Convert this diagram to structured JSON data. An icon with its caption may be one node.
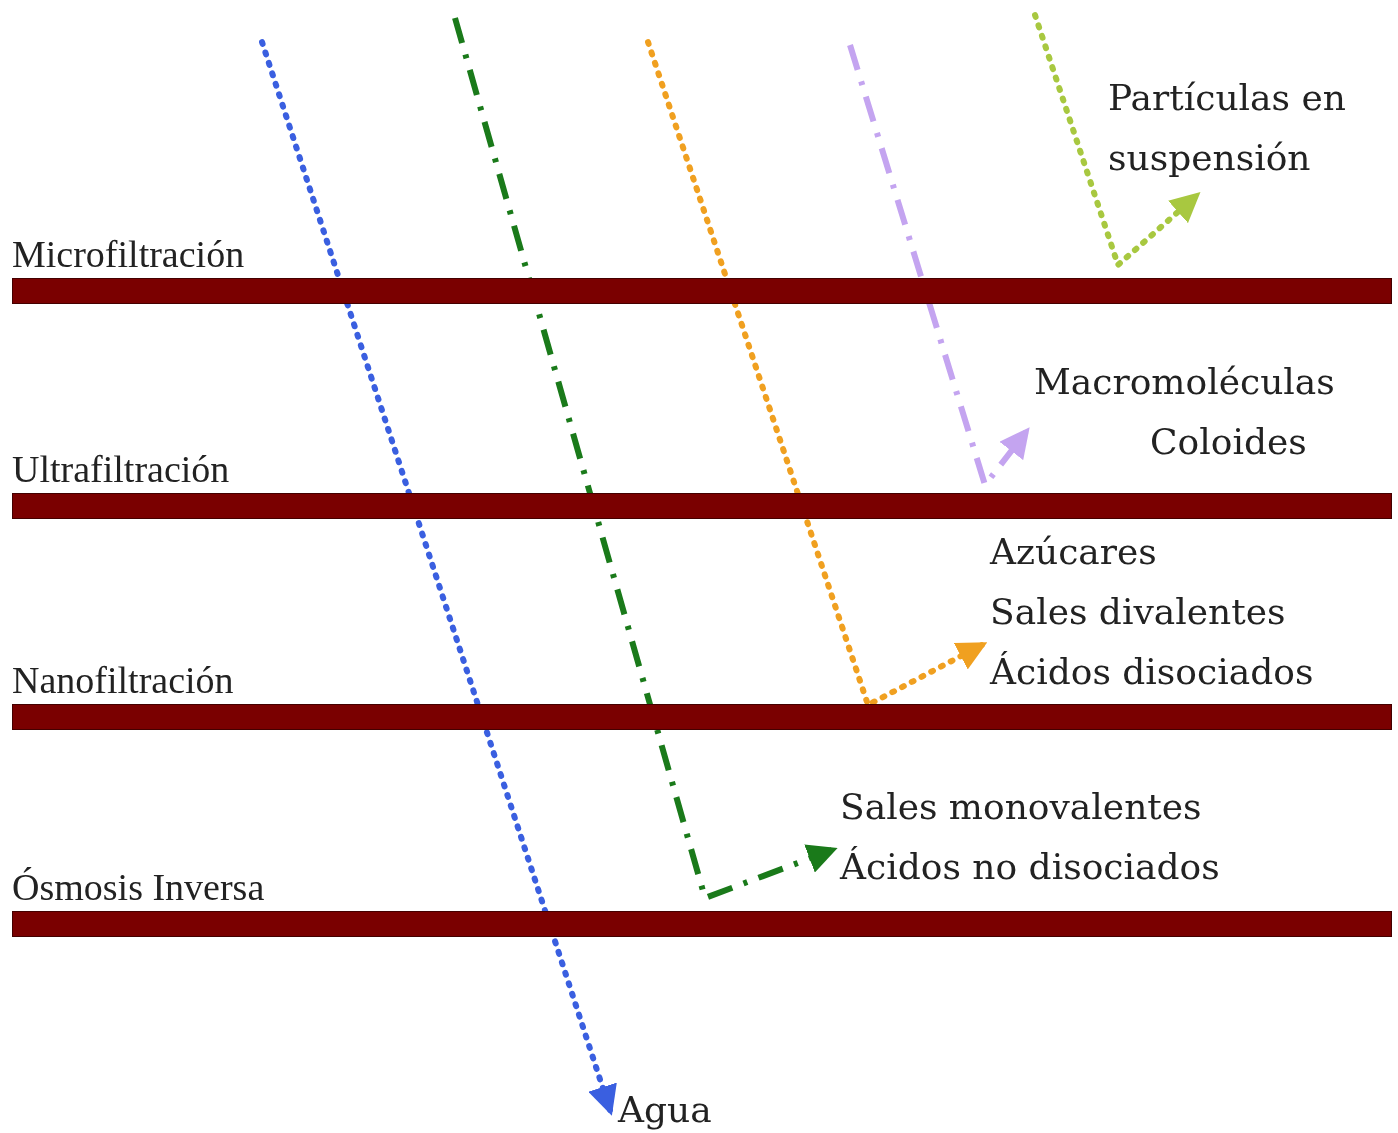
{
  "diagram": {
    "nodes": [
      {
        "text": [
          "Microfiltración"
        ]
      },
      {
        "text": [
          "Ultrafiltración"
        ]
      },
      {
        "text": [
          "Nanofiltración"
        ]
      },
      {
        "text": [
          "Ósmosis Inversa"
        ]
      },
      {
        "text": [
          "Partículas en suspensión"
        ]
      },
      {
        "text": [
          "Macromoléculas",
          "Coloides"
        ]
      },
      {
        "text": [
          "Azúcares",
          "Sales divalentes",
          "Ácidos disociados"
        ]
      },
      {
        "text": [
          "Sales monovalentes",
          "Ácidos no disociados"
        ]
      },
      {
        "text": [
          "Agua"
        ]
      }
    ],
    "edges": [
      {
        "from": null,
        "to": 8,
        "arrow": "to",
        "style": "dashed",
        "color": "#3a5fe0"
      },
      {
        "from": null,
        "to": 7,
        "arrow": "to",
        "style": "dashed",
        "color": "#1a7a1a"
      },
      {
        "from": null,
        "to": 6,
        "arrow": "to",
        "style": "dashed",
        "color": "#f0a020"
      },
      {
        "from": null,
        "to": 5,
        "arrow": "to",
        "style": "dashed",
        "color": "#c4a4f0"
      },
      {
        "from": null,
        "to": 4,
        "arrow": "to",
        "style": "dashed",
        "color": "#a8c840"
      }
    ]
  }
}
